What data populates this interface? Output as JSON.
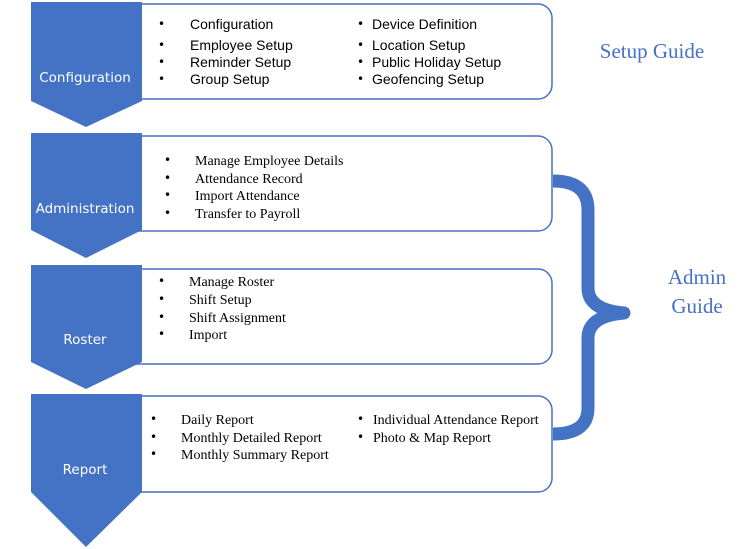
{
  "colors": {
    "chevron": "#4472c4",
    "box_border": "#4472c4",
    "brace": "#4472c4",
    "guide_text": "#4472c4"
  },
  "stages": [
    {
      "label": "Configuration",
      "columns": [
        [
          "Configuration",
          "Employee Setup",
          "Reminder Setup",
          "Group Setup"
        ],
        [
          "Device Definition",
          "Location Setup",
          "Public Holiday Setup",
          "Geofencing Setup"
        ]
      ]
    },
    {
      "label": "Administration",
      "columns": [
        [
          "Manage Employee Details",
          "Attendance Record",
          "Import Attendance",
          "Transfer to Payroll"
        ]
      ]
    },
    {
      "label": "Roster",
      "columns": [
        [
          "Manage Roster",
          "Shift Setup",
          "Shift Assignment",
          "Import"
        ]
      ]
    },
    {
      "label": "Report",
      "columns": [
        [
          "Daily Report",
          "Monthly Detailed Report",
          "Monthly Summary Report"
        ],
        [
          "Individual Attendance Report",
          "Photo & Map Report"
        ]
      ]
    }
  ],
  "setup_guide": {
    "label": "Setup Guide"
  },
  "admin_guide": {
    "line1": "Admin",
    "line2": "Guide"
  }
}
